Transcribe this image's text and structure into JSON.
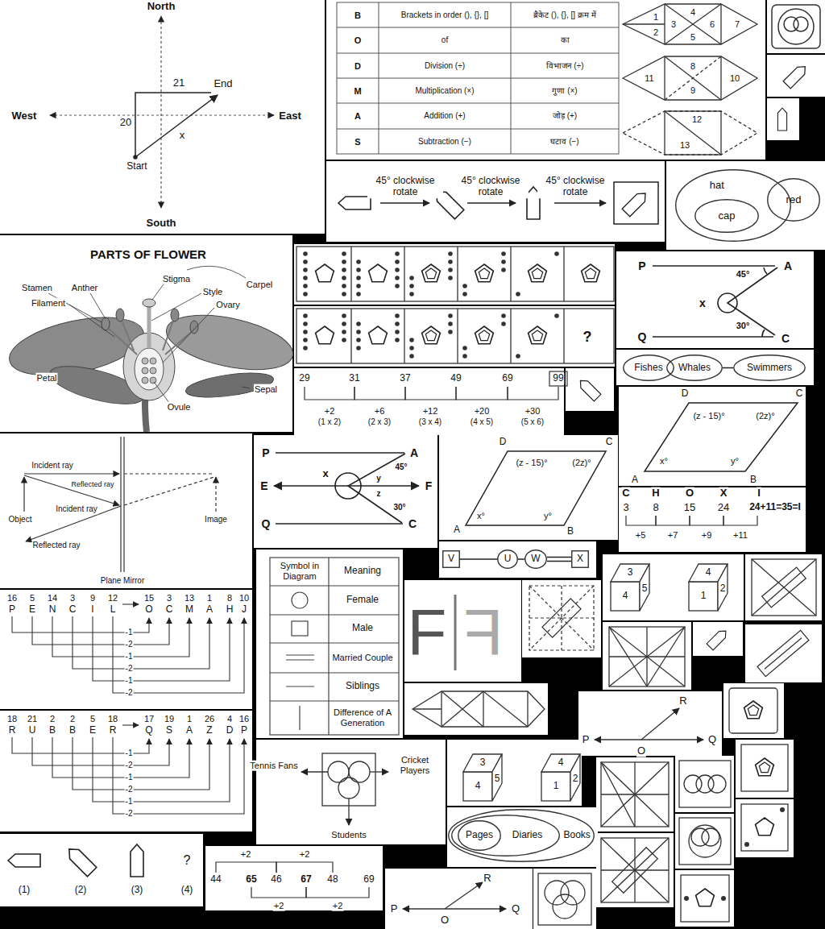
{
  "diagram": {
    "nodes": [
      {
        "text": [
          "hat"
        ]
      },
      {
        "text": [
          "cap"
        ],
        "in": 0
      },
      {
        "text": [
          "red"
        ]
      },
      {
        "text": [
          "Fishes"
        ]
      },
      {
        "text": [
          "Whales"
        ]
      },
      {
        "text": [
          "Swimmers"
        ]
      },
      {
        "text": [
          "Books"
        ]
      },
      {
        "text": [
          "Diaries"
        ],
        "in": 6
      },
      {
        "text": [
          "Pages"
        ],
        "in": 7
      },
      {
        "text": [
          "V"
        ]
      },
      {
        "text": [
          "U"
        ]
      },
      {
        "text": [
          "W"
        ]
      },
      {
        "text": [
          "X"
        ]
      }
    ],
    "edges": [
      {
        "from": 4,
        "to": 5,
        "arrow": "none"
      },
      {
        "from": 9,
        "to": 10,
        "arrow": "none"
      },
      {
        "from": 10,
        "to": 11,
        "arrow": "none"
      },
      {
        "from": 11,
        "to": 12,
        "arrow": "none"
      }
    ],
    "labels": [
      "North",
      "West",
      "East",
      "South",
      "21",
      "End",
      "20",
      "x",
      "Start",
      "B",
      "Brackets in order (), {}, []",
      "ब्रैकेट (), {}, [] क्रम में",
      "O",
      "of",
      "का",
      "D",
      "Division (÷)",
      "विभाजन (÷)",
      "M",
      "Multiplication (×)",
      "गुणा (×)",
      "A",
      "Addition (+)",
      "जोड़ (+)",
      "S",
      "Subtraction (−)",
      "घटाव (−)",
      "1",
      "2",
      "3",
      "4",
      "5",
      "6",
      "7",
      "8",
      "9",
      "10",
      "11",
      "12",
      "13",
      "45° clockwise rotate",
      "45° clockwise rotate",
      "45° clockwise rotate",
      "PARTS OF FLOWER",
      "Stamen",
      "Anther",
      "Filament",
      "Stigma",
      "Style",
      "Carpel",
      "Ovary",
      "Petal",
      "Sepal",
      "Ovule",
      "?",
      "29",
      "31",
      "37",
      "49",
      "69",
      "99",
      "+2",
      "(1 x 2)",
      "+6",
      "(2 x 3)",
      "+12",
      "(3 x 4)",
      "+20",
      "(4 x 5)",
      "+30",
      "(5 x 6)",
      "P",
      "A",
      "45°",
      "x",
      "Q",
      "C",
      "30°",
      "D",
      "C",
      "(z - 15)°",
      "(2z)°",
      "x°",
      "y°",
      "A",
      "B",
      "Incident ray",
      "Reflected ray",
      "Incident ray",
      "Object",
      "Reflected ray",
      "Image",
      "Plane Mirror",
      "P",
      "A",
      "45°",
      "x",
      "y",
      "E",
      "F",
      "z",
      "Q",
      "C",
      "30°",
      "D",
      "C",
      "(z - 15)°",
      "(2z)°",
      "x°",
      "y°",
      "A",
      "B",
      "C",
      "H",
      "O",
      "X",
      "I",
      "3",
      "8",
      "15",
      "24",
      "24+11=35=I",
      "+5",
      "+7",
      "+9",
      "+11",
      "F",
      "F",
      "16",
      "5",
      "14",
      "3",
      "9",
      "12",
      "15",
      "3",
      "13",
      "1",
      "8",
      "10",
      "P",
      "E",
      "N",
      "C",
      "I",
      "L",
      "O",
      "C",
      "M",
      "A",
      "H",
      "J",
      "-1",
      "-2",
      "-1",
      "-2",
      "-1",
      "-2",
      "Symbol in Diagram",
      "Meaning",
      "Female",
      "Male",
      "Married Couple",
      "Siblings",
      "Difference of A Generation",
      "3",
      "5",
      "4",
      "4",
      "2",
      "1",
      "18",
      "21",
      "2",
      "2",
      "5",
      "18",
      "17",
      "19",
      "1",
      "26",
      "4",
      "16",
      "R",
      "U",
      "B",
      "B",
      "E",
      "R",
      "Q",
      "S",
      "A",
      "Z",
      "D",
      "P",
      "-1",
      "-2",
      "-1",
      "-2",
      "-1",
      "-2",
      "Tennis Fans",
      "Cricket Players",
      "Students",
      "3",
      "5",
      "4",
      "4",
      "2",
      "1",
      "R",
      "P",
      "O",
      "Q",
      "(1)",
      "(2)",
      "(3)",
      "?",
      "(4)",
      "+2",
      "+2",
      "44",
      "65",
      "46",
      "67",
      "48",
      "69",
      "+2",
      "+2",
      "R",
      "P",
      "O",
      "Q"
    ]
  }
}
